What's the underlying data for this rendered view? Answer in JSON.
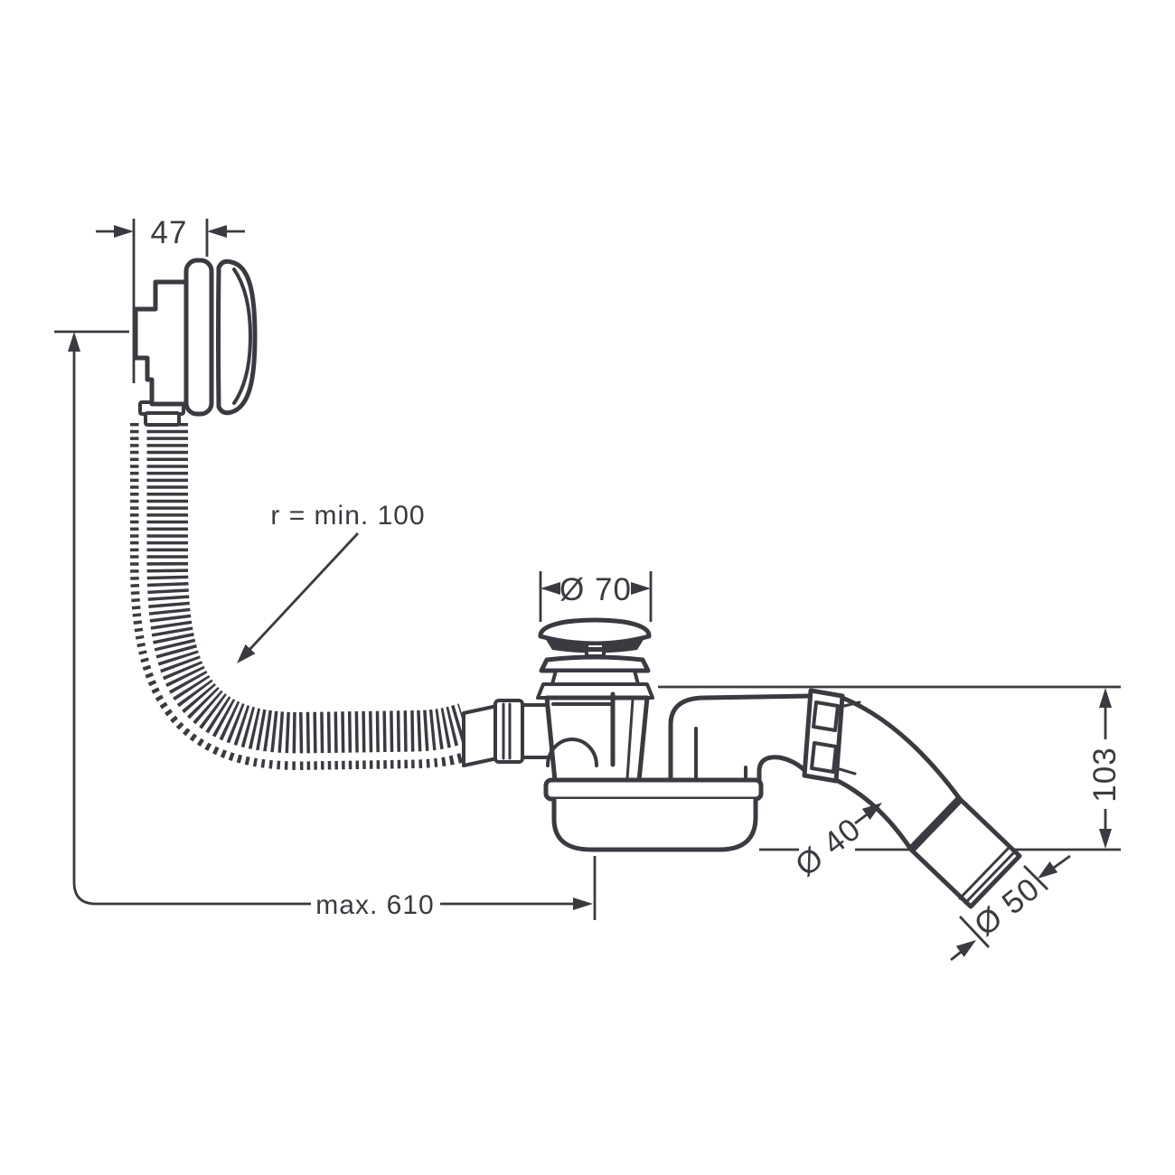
{
  "diagram": {
    "background": "#ffffff",
    "line_color": "#3a3a40",
    "labels": {
      "overflow_depth": "47",
      "hose_bend_radius": "r = min. 100",
      "waste_plug_diameter": "Ø 70",
      "max_hose_length": "max. 610",
      "outlet_pipe_diameter": "Ø 40",
      "outlet_socket_diameter": "Ø 50",
      "outlet_drop_height": "103"
    }
  }
}
